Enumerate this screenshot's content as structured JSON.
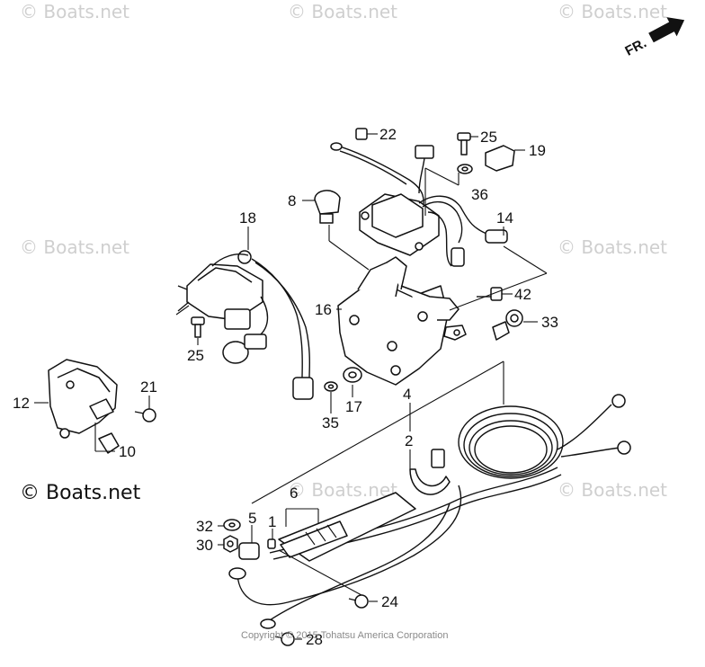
{
  "watermarks": {
    "top_left": "© Boats.net",
    "top_center": "© Boats.net",
    "top_right": "© Boats.net",
    "mid_left": "© Boats.net",
    "mid_right": "© Boats.net",
    "lower_center": "© Boats.net",
    "lower_right": "© Boats.net",
    "bottom_left_brand": "© Boats.net"
  },
  "direction_label": "FR.",
  "copyright": "Copyright © 2015 Tohatsu America Corporation",
  "callouts": {
    "p1": "1",
    "p2": "2",
    "p4": "4",
    "p5": "5",
    "p6": "6",
    "p8": "8",
    "p10": "10",
    "p12": "12",
    "p14": "14",
    "p16": "16",
    "p17": "17",
    "p18": "18",
    "p19": "19",
    "p21": "21",
    "p22": "22",
    "p24": "24",
    "p25a": "25",
    "p25b": "25",
    "p28": "28",
    "p30": "30",
    "p32": "32",
    "p33": "33",
    "p35": "35",
    "p36": "36",
    "p42": "42"
  }
}
